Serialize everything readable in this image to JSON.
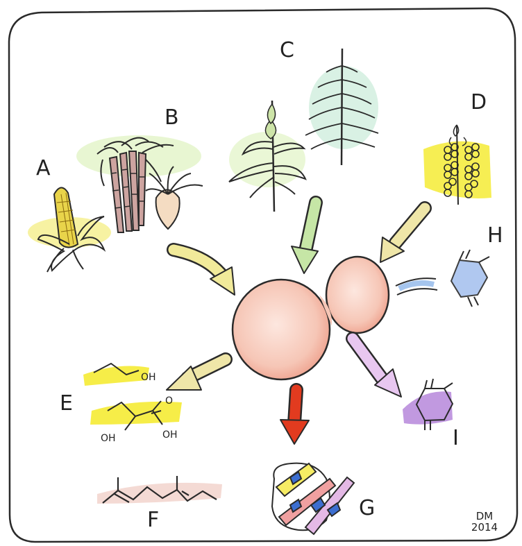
{
  "labels": {
    "a": "A",
    "b": "B",
    "c": "C",
    "d": "D",
    "e": "E",
    "f": "F",
    "g": "G",
    "h": "H",
    "i": "I"
  },
  "chemistry": {
    "ethanol_oh": "OH",
    "lactic_oh_left": "OH",
    "lactic_oh_right": "OH",
    "lactic_o": "O"
  },
  "signature": {
    "initials": "DM",
    "year": "2014"
  },
  "colors": {
    "ink": "#2a2a2a",
    "yellow": "#f2e200",
    "green": "#a9d98a",
    "teal": "#8fd3b0",
    "yeast": "#f4c3b4",
    "red": "#e23b1f",
    "blue": "#7aa8e6",
    "purple": "#b27fd8",
    "pink": "#e8b7e6",
    "corn": "#e9d44a"
  }
}
